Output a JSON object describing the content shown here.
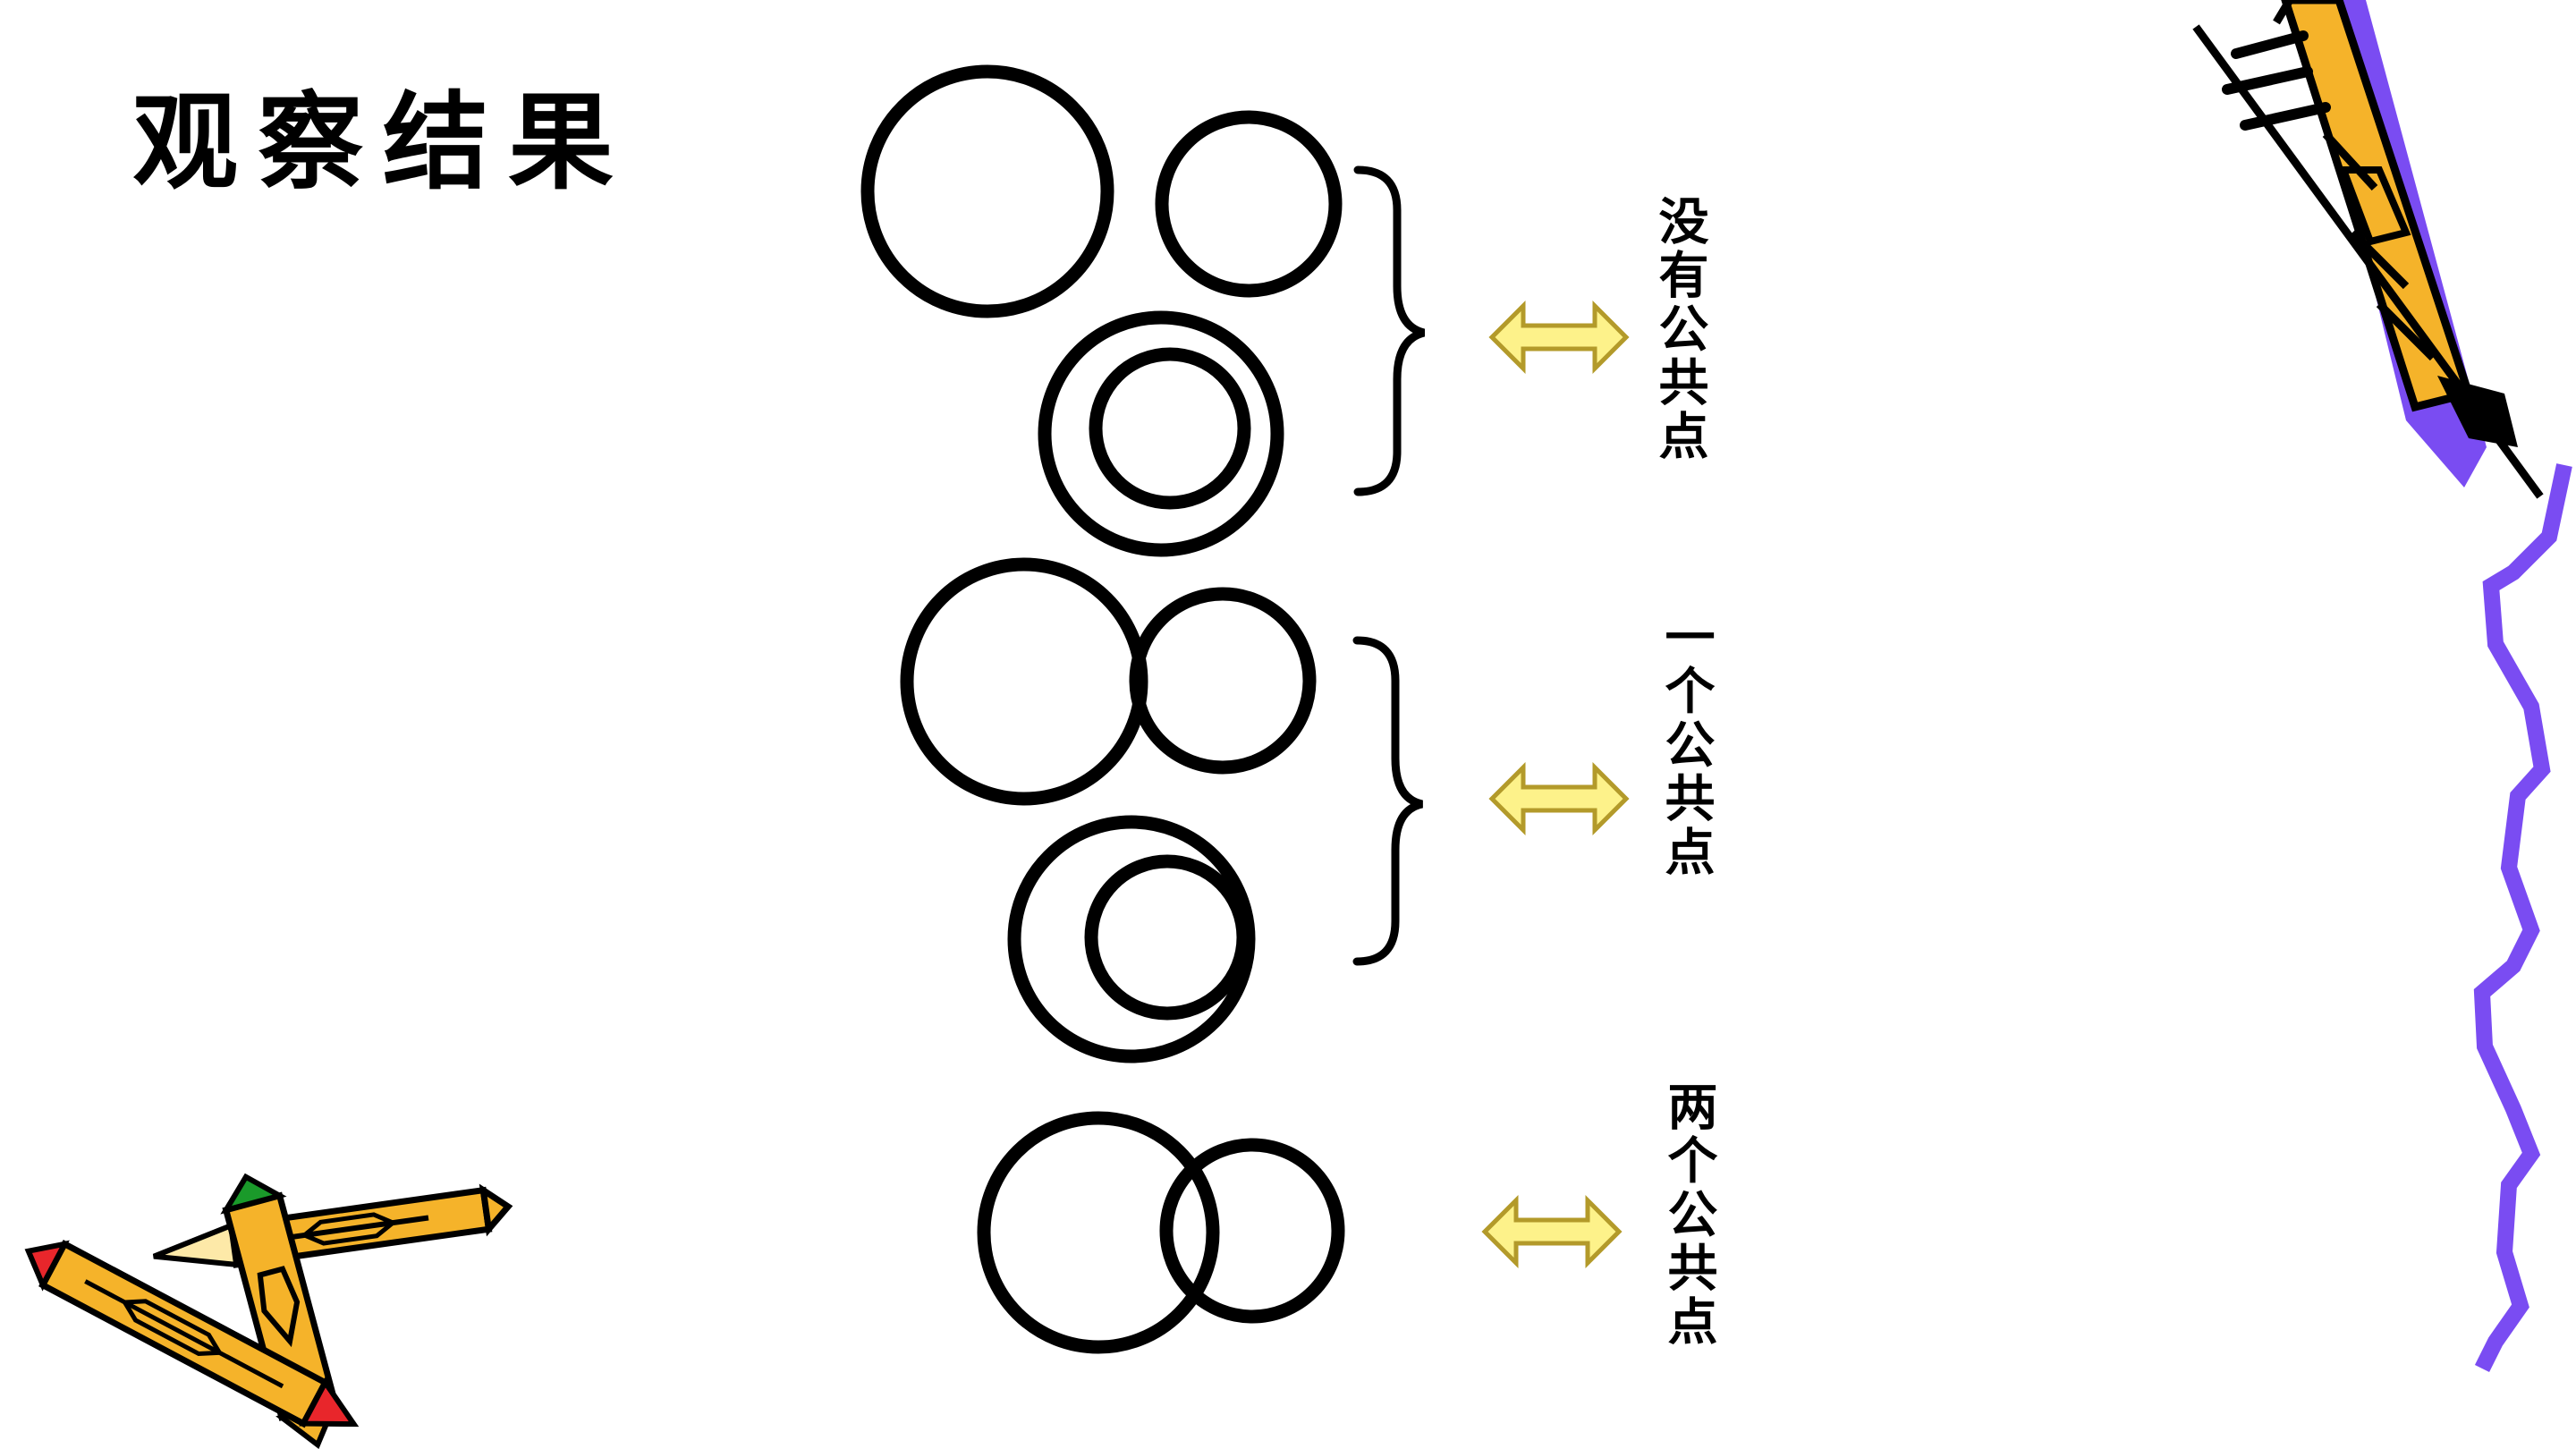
{
  "title": "观察结果",
  "groups": [
    {
      "label": "没有公共点"
    },
    {
      "label": "一个公共点"
    },
    {
      "label": "两个公共点"
    }
  ],
  "icons": {
    "arrow": "double-arrow-icon",
    "brace": "right-brace-icon",
    "crayons": "crayons-icon",
    "pencil": "pencil-icon"
  },
  "colors": {
    "background": "#ffffff",
    "stroke": "#000000",
    "arrow_fill": "#fdf28a",
    "arrow_stroke": "#b39a2a",
    "pencil_body": "#f5b32a",
    "pencil_purple": "#7a4cf2",
    "crayon_green": "#1a9a2a",
    "crayon_red": "#e8262b"
  }
}
